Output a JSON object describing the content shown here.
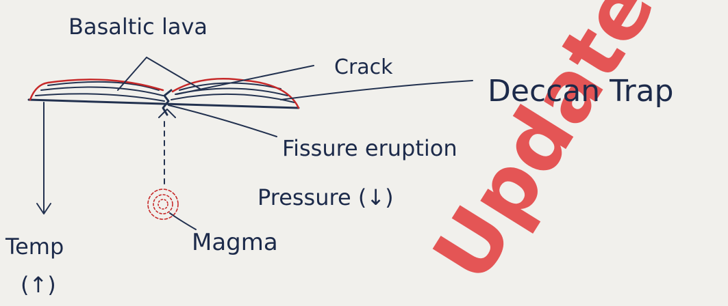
{
  "labels": {
    "basaltic_lava": "Basaltic lava",
    "crack": "Crack",
    "deccan_trap": "Deccan Trap",
    "fissure_eruption": "Fissure eruption",
    "pressure": "Pressure (↓)",
    "temp": "Temp",
    "temp_arrow": "(↑)",
    "magma": "Magma"
  },
  "watermark": {
    "text": "Updates"
  },
  "colors": {
    "ink": "#22314f",
    "red_outline": "#c62828",
    "paper": "#f1f0ec",
    "watermark": "#e23b3b"
  }
}
